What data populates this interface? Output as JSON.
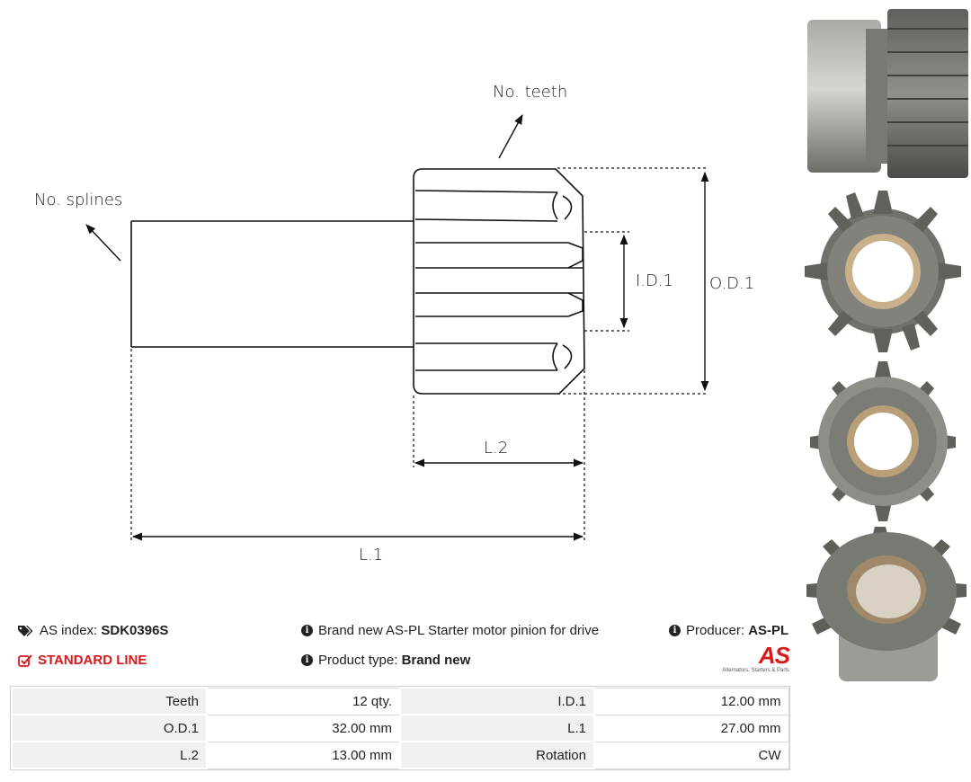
{
  "diagram": {
    "label_no_teeth": "No. teeth",
    "label_no_splines": "No. splines",
    "label_id1": "I.D.1",
    "label_od1": "O.D.1",
    "label_l2": "L.2",
    "label_l1": "L.1"
  },
  "info": {
    "as_index_label": "AS index:",
    "as_index_value": "SDK0396S",
    "description": "Brand new AS-PL Starter motor pinion for drive",
    "producer_label": "Producer:",
    "producer_value": "AS-PL",
    "standard_line": "STANDARD LINE",
    "product_type_label": "Product type:",
    "product_type_value": "Brand new"
  },
  "logo": {
    "mark": "AS",
    "tagline": "Alternators, Starters & Parts",
    "color": "#d9191c"
  },
  "specs": [
    [
      {
        "label": "Teeth",
        "value": "12 qty."
      },
      {
        "label": "I.D.1",
        "value": "12.00 mm"
      }
    ],
    [
      {
        "label": "O.D.1",
        "value": "32.00 mm"
      },
      {
        "label": "L.1",
        "value": "27.00 mm"
      }
    ],
    [
      {
        "label": "L.2",
        "value": "13.00 mm"
      },
      {
        "label": "Rotation",
        "value": "CW"
      }
    ]
  ]
}
